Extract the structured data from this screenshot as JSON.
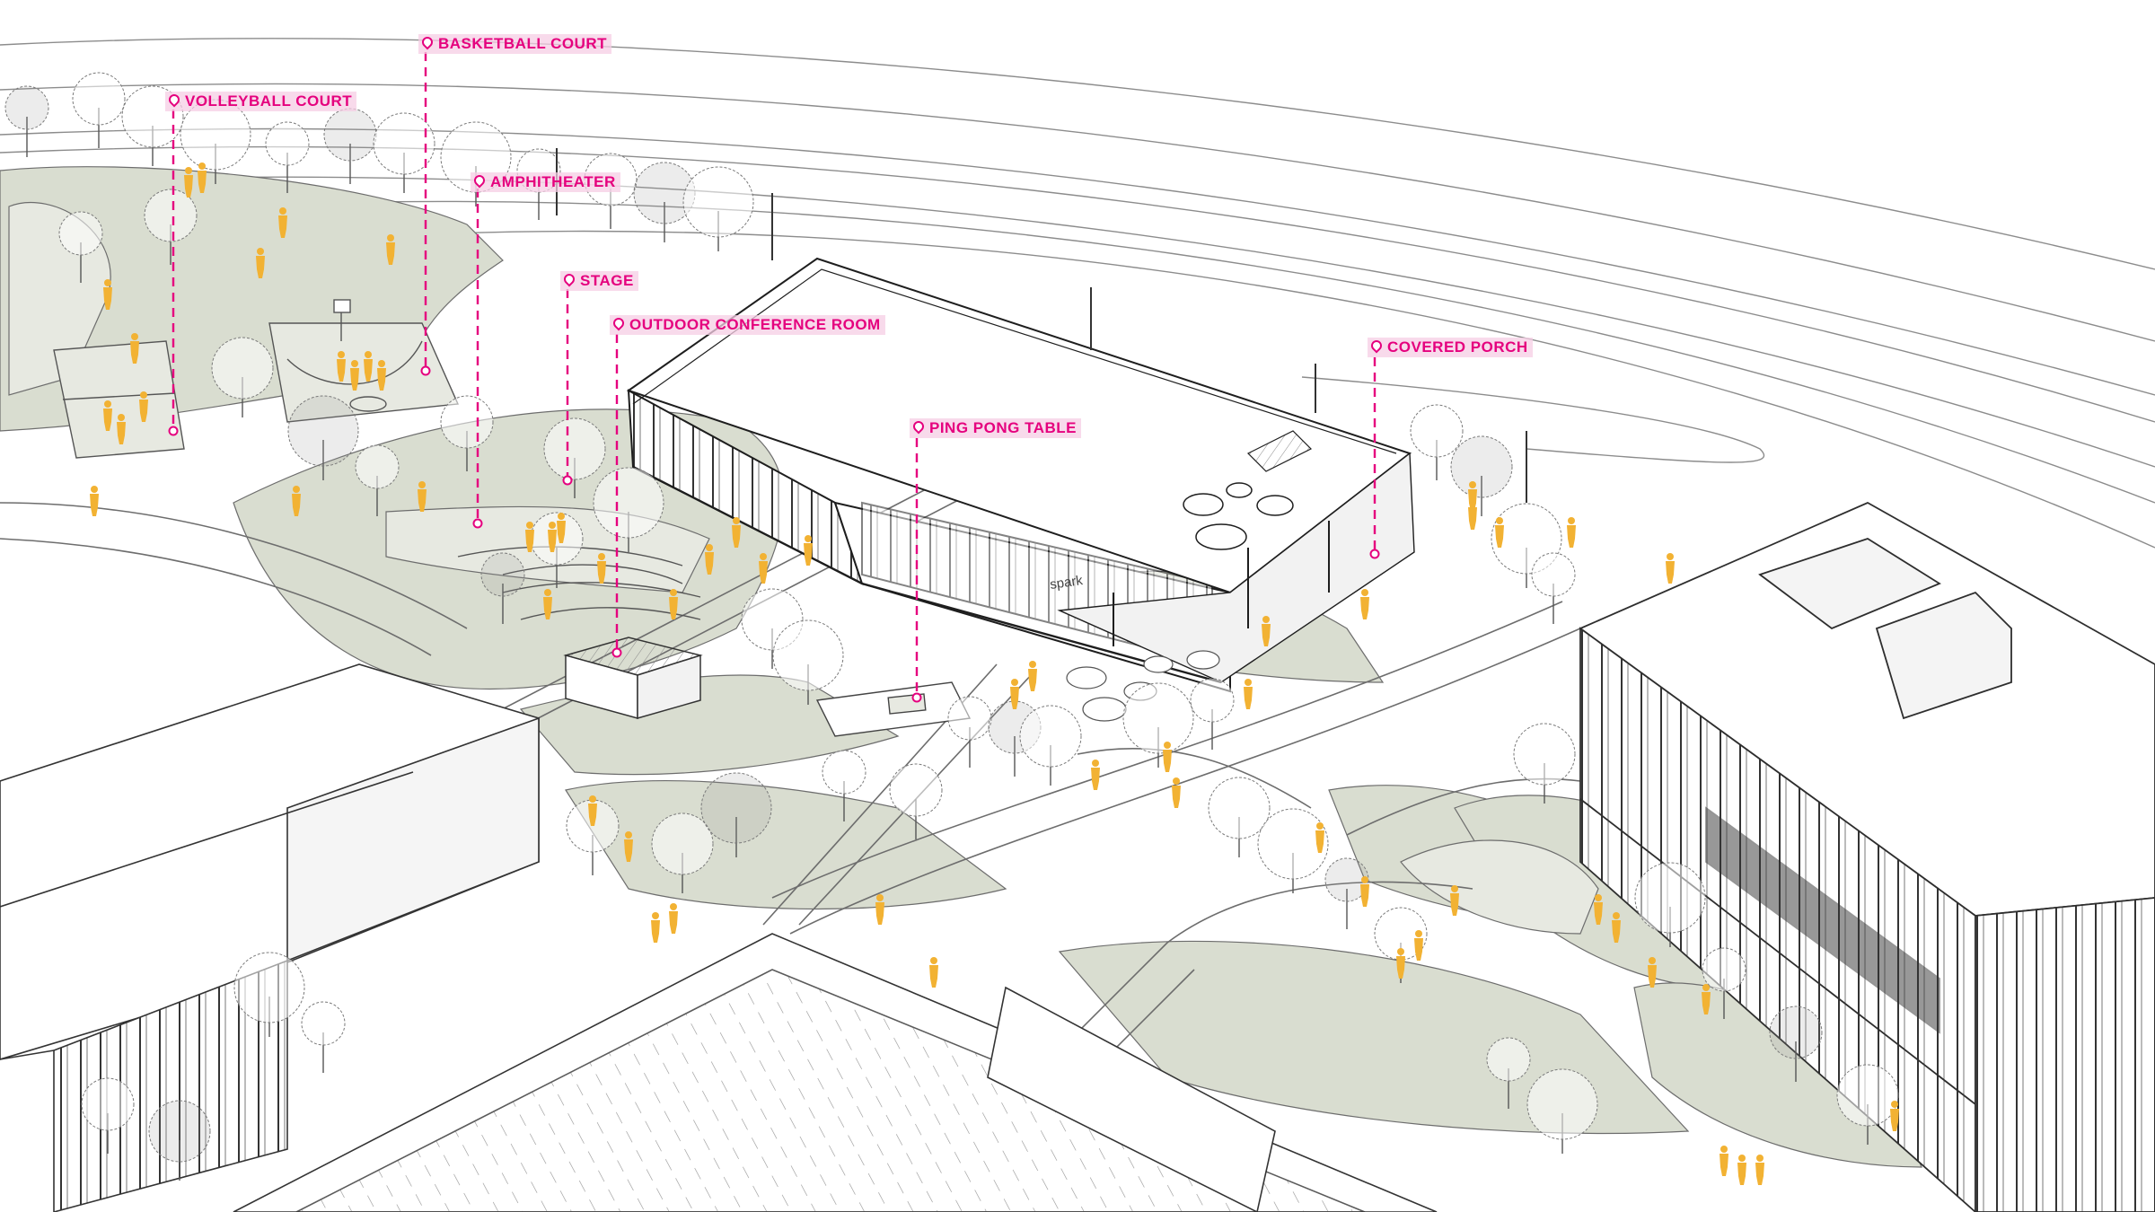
{
  "colors": {
    "accent": "#e5007e",
    "label_bg": "#f6cde4",
    "lawn": "#d9ddd0",
    "line": "#5a5a5a",
    "figure": "#f2b233"
  },
  "icon": "map-pin-icon",
  "callouts": [
    {
      "id": "volleyball-court",
      "text": "VOLLEYBALL COURT"
    },
    {
      "id": "basketball-court",
      "text": "BASKETBALL COURT"
    },
    {
      "id": "amphitheater",
      "text": "AMPHITHEATER"
    },
    {
      "id": "stage",
      "text": "STAGE"
    },
    {
      "id": "outdoor-conference-room",
      "text": "OUTDOOR CONFERENCE ROOM"
    },
    {
      "id": "ping-pong-table",
      "text": "PING PONG TABLE"
    },
    {
      "id": "covered-porch",
      "text": "COVERED PORCH"
    }
  ],
  "building_sign": "spark"
}
